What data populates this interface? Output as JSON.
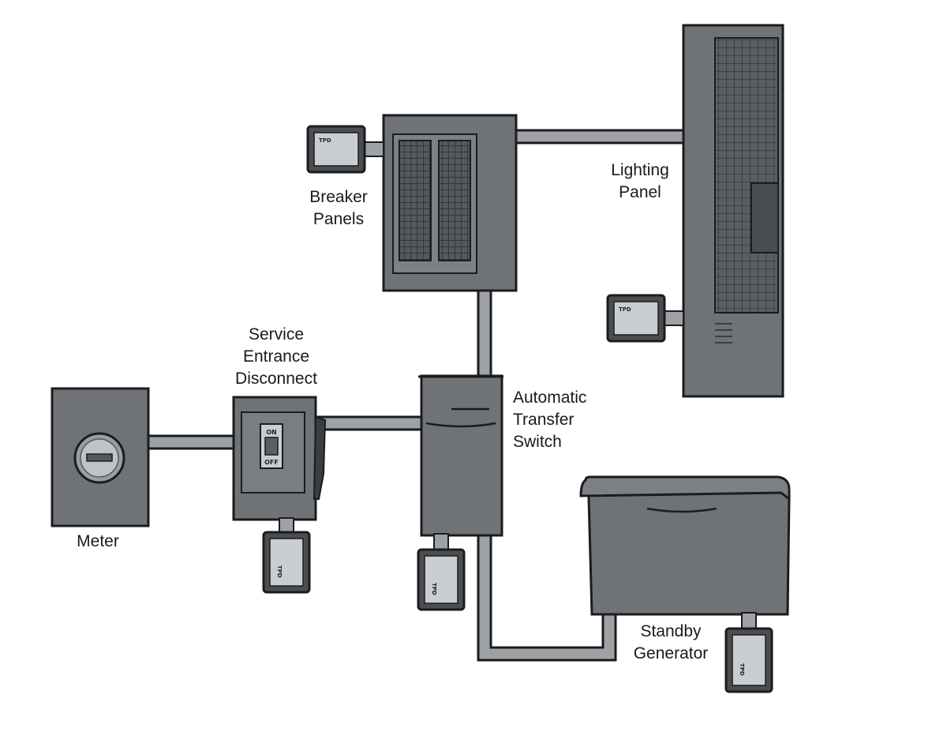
{
  "labels": {
    "meter": "Meter",
    "service_disconnect": "Service\nEntrance\nDisconnect",
    "breaker_panels": "Breaker\nPanels",
    "lighting_panel": "Lighting\nPanel",
    "transfer_switch": "Automatic\nTransfer\nSwitch",
    "standby_generator": "Standby\nGenerator"
  },
  "switch": {
    "on": "ON",
    "off": "OFF"
  },
  "tpd_label": "TPD",
  "colors": {
    "equipment": "#6f7276",
    "equipment_dark": "#55585c",
    "outline": "#1c1c1c",
    "conduit": "#9ea2a6",
    "tpd_face": "#c9cdd0",
    "breaker_grid": "#3a3d41"
  }
}
